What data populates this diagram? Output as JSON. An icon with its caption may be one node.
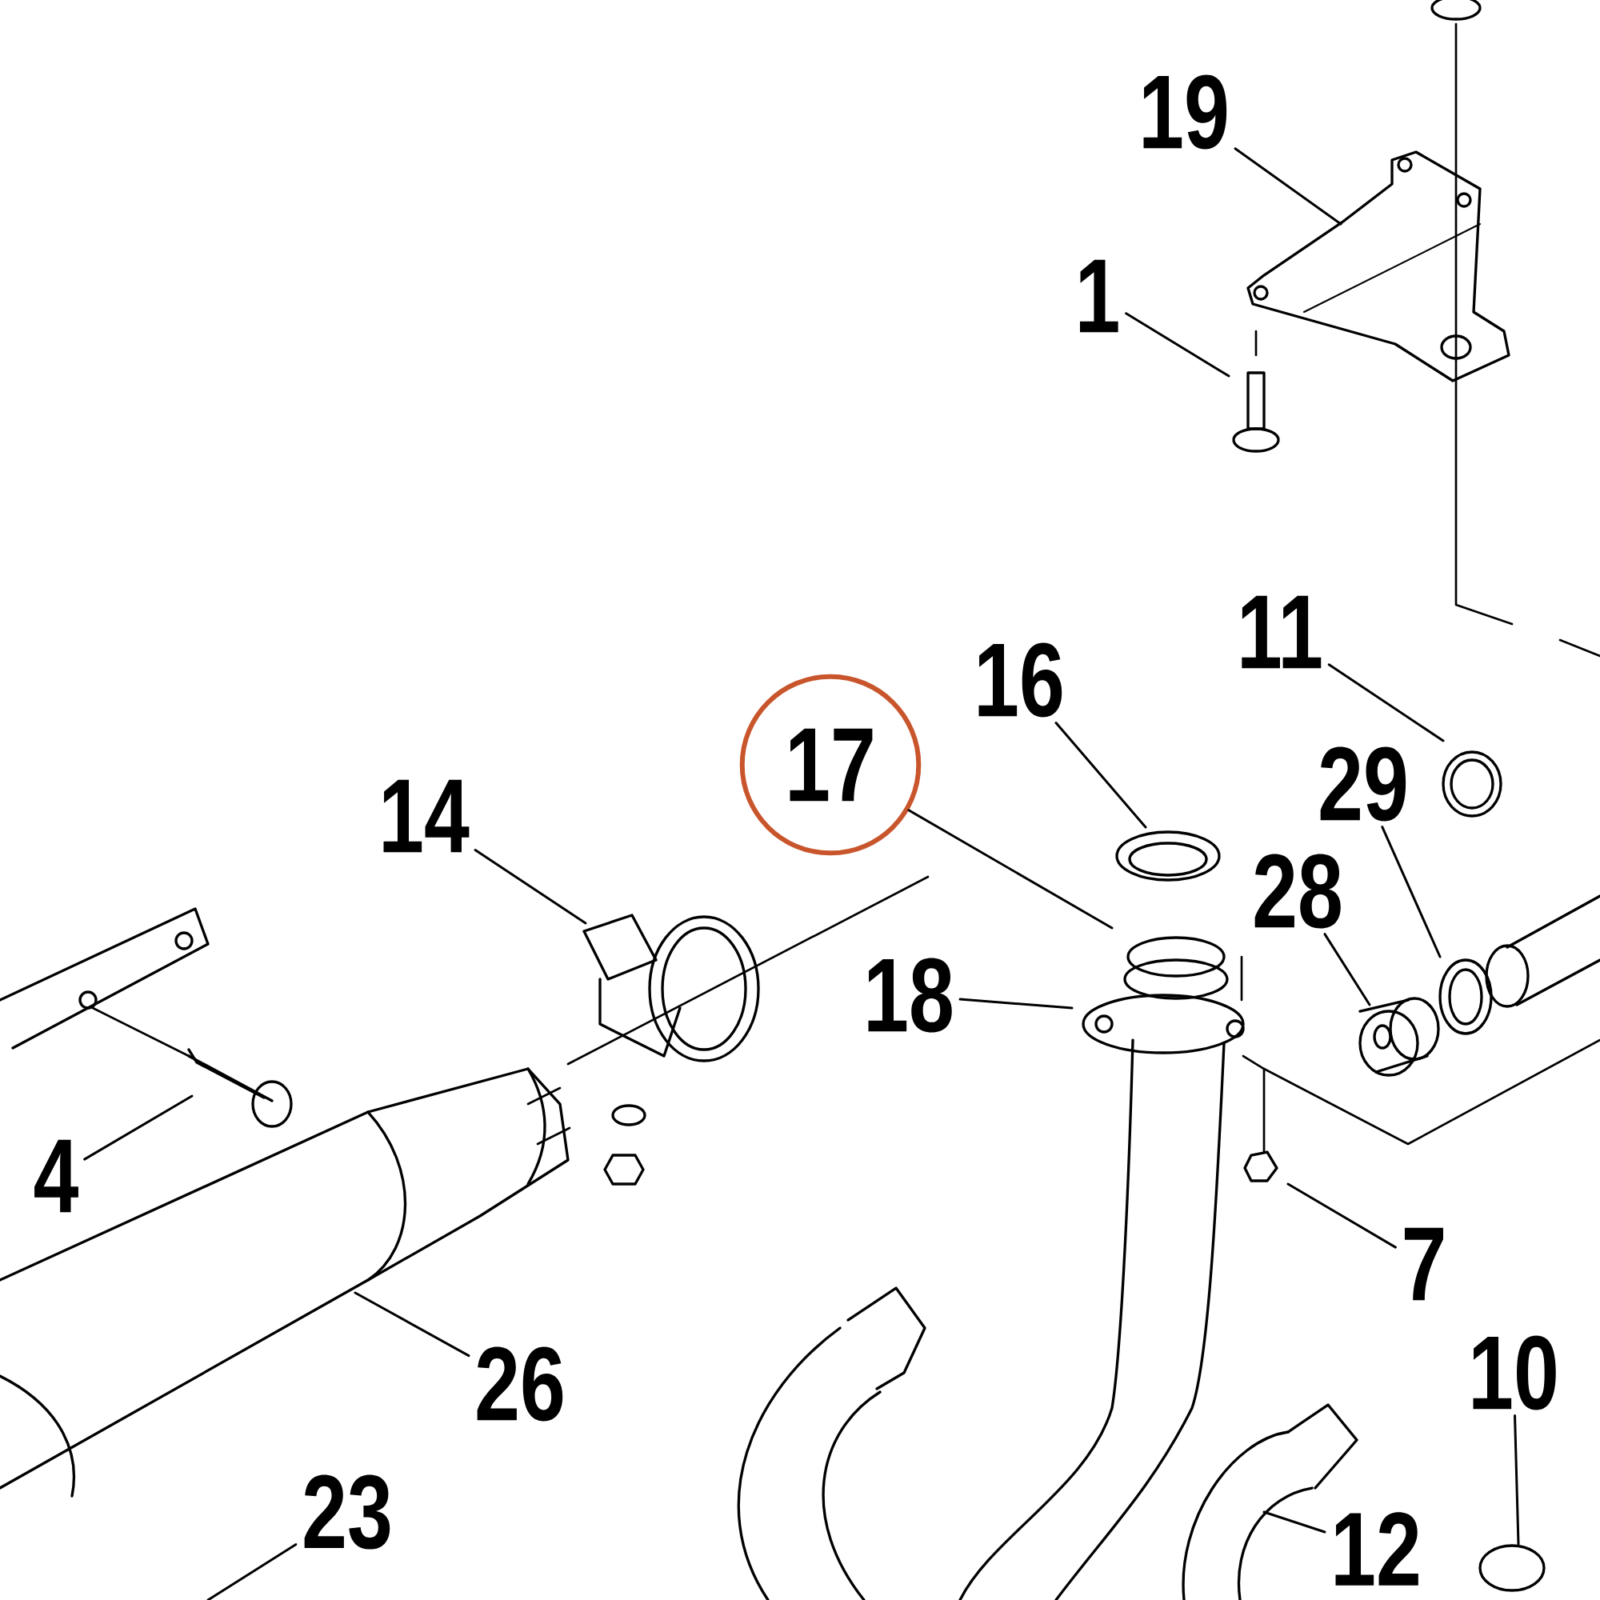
{
  "diagram": {
    "nodes": [
      {
        "text": [
          "19"
        ]
      },
      {
        "text": [
          "1"
        ]
      },
      {
        "text": [
          "11"
        ]
      },
      {
        "text": [
          "16"
        ]
      },
      {
        "text": [
          "17"
        ]
      },
      {
        "text": [
          "29"
        ]
      },
      {
        "text": [
          "14"
        ]
      },
      {
        "text": [
          "28"
        ]
      },
      {
        "text": [
          "18"
        ]
      },
      {
        "text": [
          "4"
        ]
      },
      {
        "text": [
          "7"
        ]
      },
      {
        "text": [
          "26"
        ]
      },
      {
        "text": [
          "10"
        ]
      },
      {
        "text": [
          "23"
        ]
      },
      {
        "text": [
          "12"
        ]
      }
    ],
    "edges": [
      {
        "from": 0,
        "to": null,
        "arrow": "none"
      },
      {
        "from": 1,
        "to": null,
        "arrow": "none"
      },
      {
        "from": 2,
        "to": null,
        "arrow": "none"
      },
      {
        "from": 3,
        "to": null,
        "arrow": "none"
      },
      {
        "from": 4,
        "to": null,
        "arrow": "none"
      },
      {
        "from": 5,
        "to": null,
        "arrow": "none"
      },
      {
        "from": 6,
        "to": null,
        "arrow": "none"
      },
      {
        "from": 7,
        "to": null,
        "arrow": "none"
      },
      {
        "from": 8,
        "to": null,
        "arrow": "none"
      },
      {
        "from": 9,
        "to": null,
        "arrow": "none"
      },
      {
        "from": 10,
        "to": null,
        "arrow": "none"
      },
      {
        "from": 11,
        "to": null,
        "arrow": "none"
      },
      {
        "from": 12,
        "to": null,
        "arrow": "none"
      },
      {
        "from": 13,
        "to": null,
        "arrow": "none"
      },
      {
        "from": 14,
        "to": null,
        "arrow": "none"
      }
    ]
  }
}
